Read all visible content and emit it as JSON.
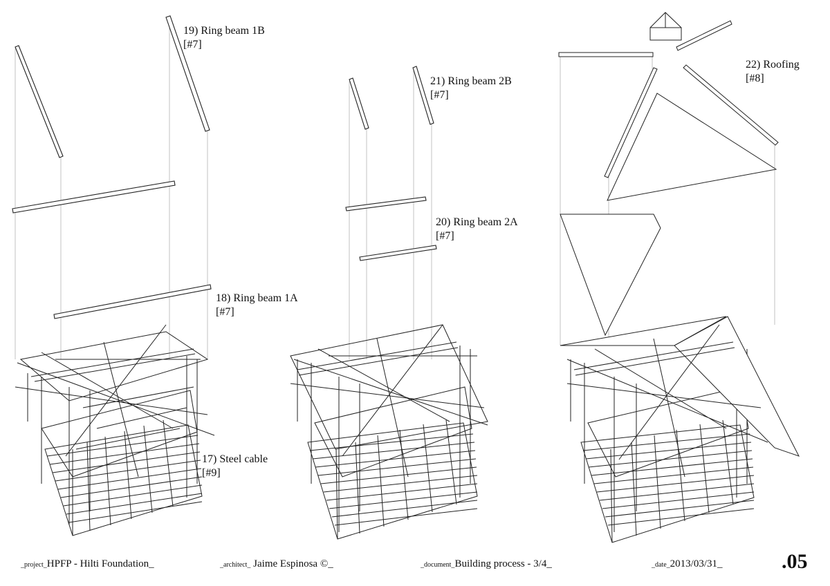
{
  "labels": [
    {
      "id": "step-19",
      "text": "19) Ring beam 1B",
      "ref": "[#7]"
    },
    {
      "id": "step-18",
      "text": "18) Ring beam 1A",
      "ref": "[#7]"
    },
    {
      "id": "step-17",
      "text": "17) Steel cable",
      "ref": "[#9]"
    },
    {
      "id": "step-21",
      "text": "21) Ring beam 2B",
      "ref": "[#7]"
    },
    {
      "id": "step-20",
      "text": "20) Ring beam 2A",
      "ref": "[#7]"
    },
    {
      "id": "step-22",
      "text": "22) Roofing",
      "ref": "[#8]"
    }
  ],
  "footer": {
    "project_key": "_project_",
    "project_value": "HPFP - Hilti Foundation_",
    "architect_key": "_architect_",
    "architect_value": " Jaime Espinosa ©_",
    "document_key": "_document_",
    "document_value": "Building process - 3/4_",
    "date_key": "_date_",
    "date_value": "2013/03/31_",
    "page_number": ".05"
  },
  "colors": {
    "line": "#222222",
    "guide": "#9a9a9a",
    "background": "#ffffff"
  }
}
